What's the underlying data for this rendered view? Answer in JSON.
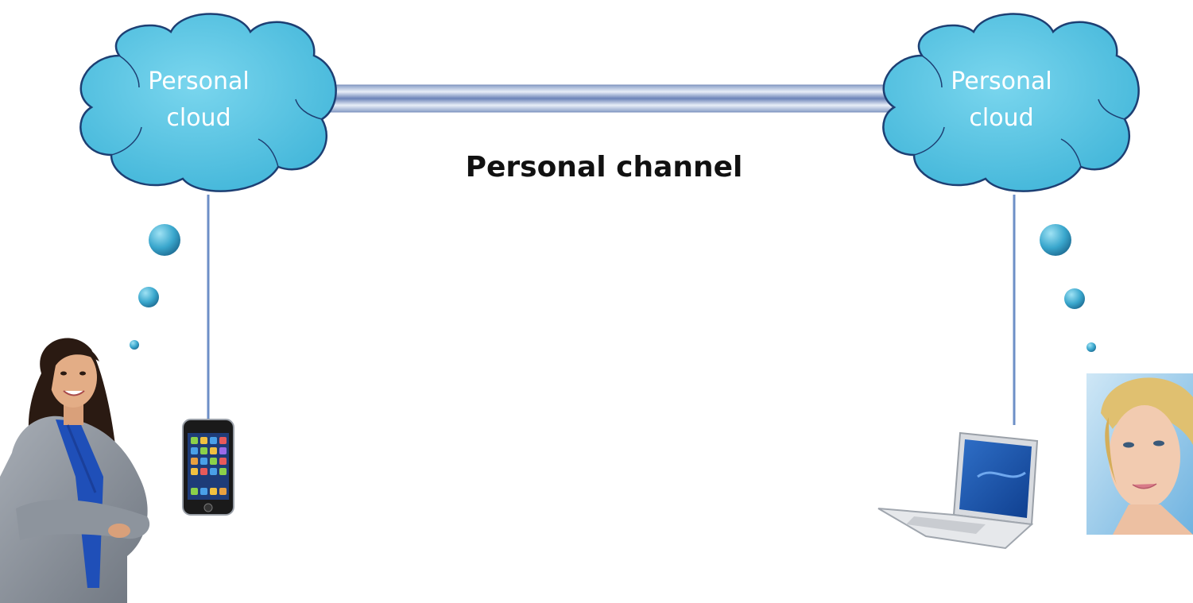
{
  "diagram": {
    "left_cloud": {
      "line1": "Personal",
      "line2": "cloud"
    },
    "right_cloud": {
      "line1": "Personal",
      "line2": "cloud"
    },
    "channel": {
      "label": "Personal channel"
    }
  },
  "colors": {
    "cloud_fill": "#5bc5e2",
    "cloud_outline": "#1d3f73",
    "connector_line": "#6d8fc7",
    "bubble_fill": "#3fa6cb"
  },
  "icons": {
    "left_person": "businesswoman-photo",
    "phone": "smartphone-icon",
    "laptop": "laptop-icon",
    "right_person": "woman-portrait-photo"
  }
}
